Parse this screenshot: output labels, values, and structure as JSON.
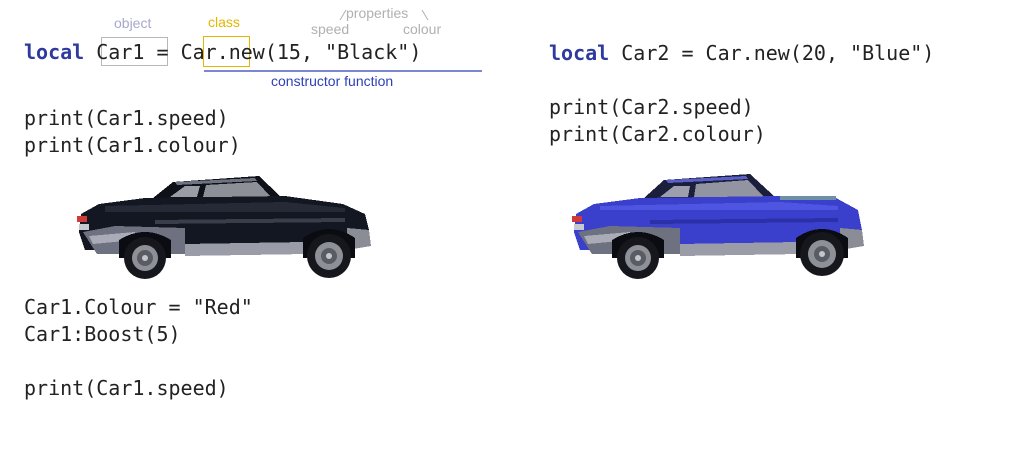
{
  "annotations": {
    "object": "object",
    "class": "class",
    "speed": "speed",
    "properties": "properties",
    "colour": "colour",
    "constructor": "constructor function"
  },
  "left": {
    "line1": {
      "kw": "local",
      "obj": "Car1",
      "eq": " = ",
      "cls": "Car",
      "rest": ".new(15, \"Black\")"
    },
    "line2": "print(Car1.speed)",
    "line3": "print(Car1.colour)",
    "line4": "Car1.Colour = \"Red\"",
    "line5": "Car1:Boost(5)",
    "line6": "print(Car1.speed)"
  },
  "right": {
    "line1": {
      "kw": "local",
      "rest": " Car2 = Car.new(20, \"Blue\")"
    },
    "line2": "print(Car2.speed)",
    "line3": "print(Car2.colour)"
  },
  "colors": {
    "keyword": "#2e3a9e",
    "object_box": "#b8b8b8",
    "class_box": "#e0b800",
    "constructor_line": "#2d3fb8",
    "car1_body": "#131722",
    "car2_body": "#3a3fcc"
  }
}
